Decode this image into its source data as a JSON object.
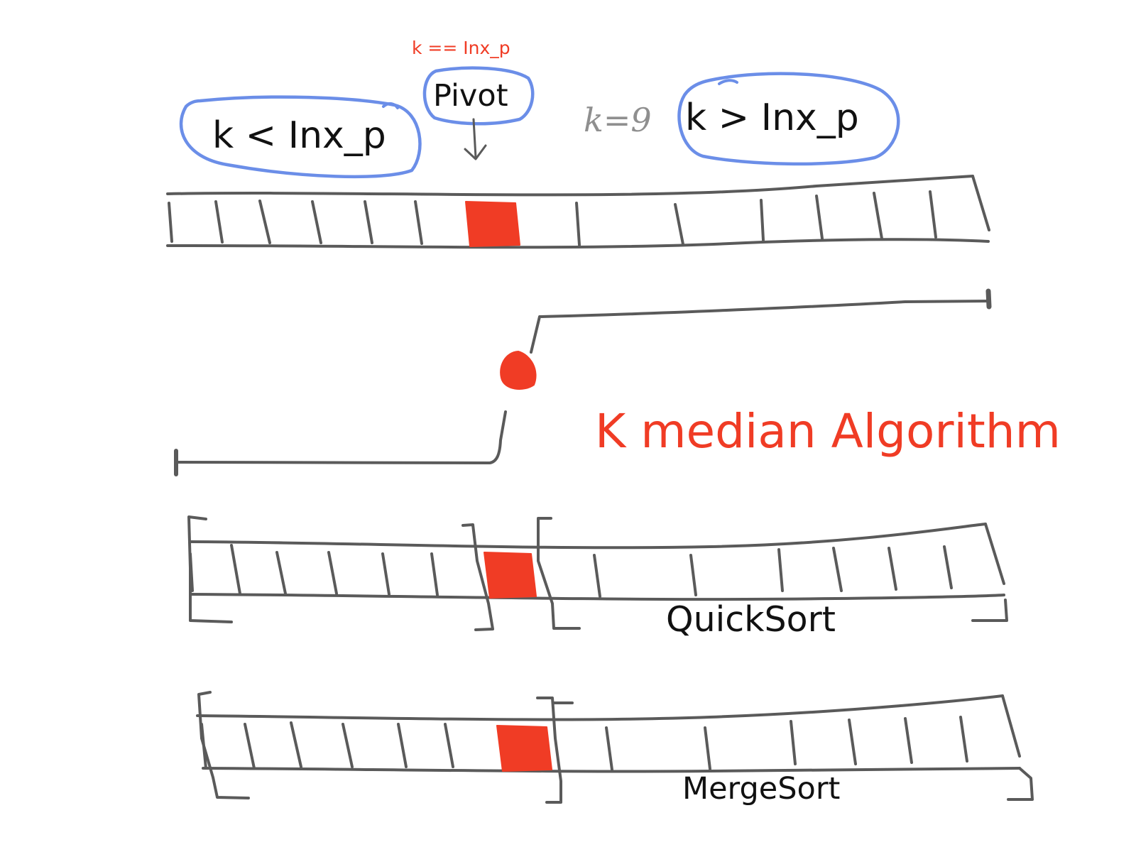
{
  "labels": {
    "pivot_condition": "k == Inx_p",
    "pivot": "Pivot",
    "k_value": "k=9",
    "left_condition": "k < Inx_p",
    "right_condition": "k > Inx_p",
    "title": "K median Algorithm",
    "quicksort": "QuickSort",
    "mergesort": "MergeSort"
  },
  "colors": {
    "ink": "#5a5a5a",
    "highlight": "#f03c25",
    "bubble": "#6b8ee8",
    "text": "#111111"
  }
}
